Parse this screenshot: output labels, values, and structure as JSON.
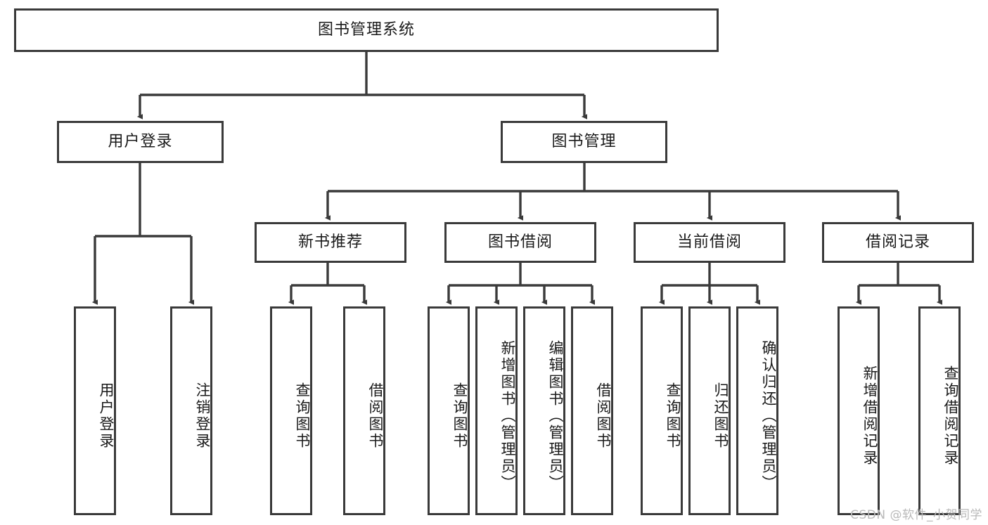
{
  "diagram": {
    "title": "图书管理系统",
    "type": "tree-structure-chart",
    "colors": {
      "box_border": "#3a3a3a",
      "box_fill": "#ffffff",
      "edge": "#3a3a3a",
      "text": "#1a1a1a",
      "watermark": "#b9b9b9",
      "background": "#ffffff"
    },
    "root": {
      "label": "图书管理系统"
    },
    "level2": [
      {
        "label": "用户登录"
      },
      {
        "label": "图书管理"
      }
    ],
    "level3": [
      {
        "label": "新书推荐"
      },
      {
        "label": "图书借阅"
      },
      {
        "label": "当前借阅"
      },
      {
        "label": "借阅记录"
      }
    ],
    "leaves": {
      "user_login": [
        {
          "label": "用户登录"
        },
        {
          "label": "注销登录"
        }
      ],
      "new_book_recommend": [
        {
          "label": "查询图书"
        },
        {
          "label": "借阅图书"
        }
      ],
      "book_borrow": [
        {
          "label": "查询图书"
        },
        {
          "label": "新增图书（管理员）"
        },
        {
          "label": "编辑图书（管理员）"
        },
        {
          "label": "借阅图书"
        }
      ],
      "current_borrow": [
        {
          "label": "查询图书"
        },
        {
          "label": "归还图书"
        },
        {
          "label": "确认归还（管理员）"
        }
      ],
      "borrow_record": [
        {
          "label": "新增借阅记录"
        },
        {
          "label": "查询借阅记录"
        }
      ]
    }
  },
  "watermark": {
    "text": "CSDN @软件_小贺同学"
  }
}
